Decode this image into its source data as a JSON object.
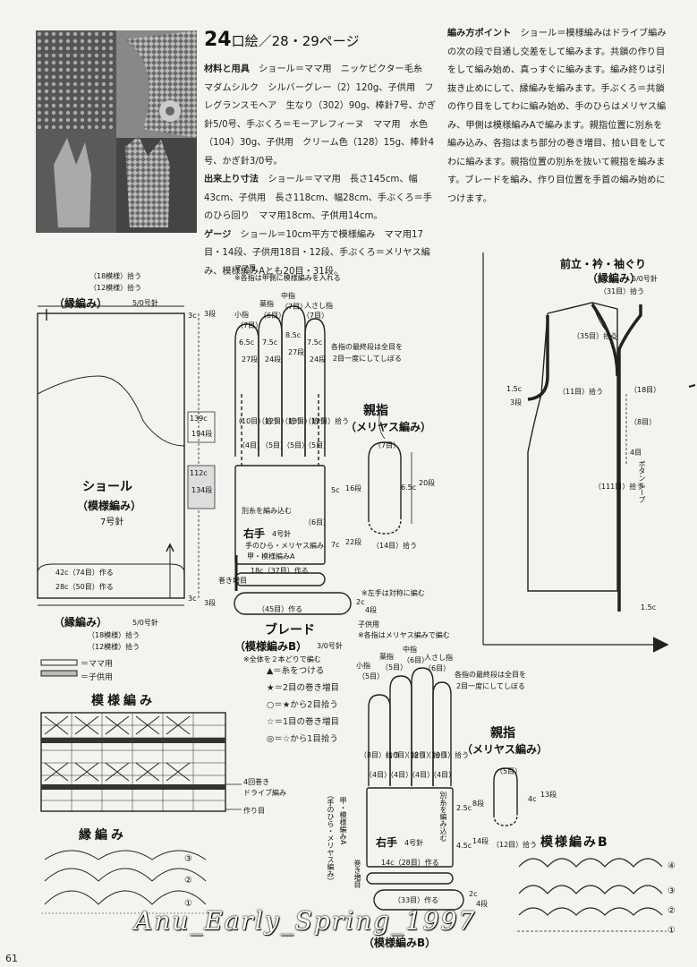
{
  "header": {
    "number": "24",
    "title_rest": "口絵／28・29ページ"
  },
  "materials": {
    "lines": [
      {
        "label": "材料と用具",
        "text": "ショール＝ママ用　ニッケビクター毛糸　マダムシルク　シルバーグレー（2）120g、子供用　フレグランスモヘア　生なり（302）90g、棒針7号、かぎ針5/0号、手ぶくろ＝モーアレフィーヌ　ママ用　水色（104）30g、子供用　クリーム色（128）15g、棒針4号、かぎ針3/0号。"
      },
      {
        "label": "出来上り寸法",
        "text": "ショール＝ママ用　長さ145cm、幅43cm、子供用　長さ118cm、幅28cm、手ぶくろ＝手のひら回り　ママ用18cm、子供用14cm。"
      },
      {
        "label": "ゲージ",
        "text": "ショール＝10cm平方で模様編み　ママ用17目・14段、子供用18目・12段、手ぶくろ＝メリヤス編み、模様編みAとも20目・31段。"
      },
      {
        "label": "編み方ポイント",
        "text": "ショール＝模様編みはドライブ編みの次の段で目通し交差をして編みます。共鎖の作り目をして編み始め、真っすぐに編みます。編み終りは引抜き止めにして、縁編みを編みます。手ぶくろ＝共鎖の作り目をしてわに編み始め、手のひらはメリヤス編み、甲側は模様編みAで編みます。親指位置に別糸を編み込み、各指はまち部分の巻き増目、拾い目をしてわに編みます。親指位置の別糸を抜いて親指を編みます。ブレードを編み、作り目位置を手首の編み始めにつけます。"
      }
    ]
  },
  "shawl": {
    "edge_top": "（縁編み）",
    "edge_top_needle": "5/0号針",
    "pick_top_mama": "（18模様）拾う",
    "pick_top_child": "（12模様）拾う",
    "name": "ショール",
    "pattern": "（模様編み）",
    "needle": "7号針",
    "cast_mama": "42c（74目）作る",
    "cast_child": "28c（50目）作る",
    "edge_bottom": "（縁編み）",
    "edge_bottom_needle": "5/0号針",
    "pick_bot_mama": "（18模様）拾う",
    "pick_bot_child": "（12模様）拾う",
    "len_mama_cm": "139c",
    "len_mama_rows": "194段",
    "len_child_cm": "112c",
    "len_child_rows": "134段",
    "edge_depth": "3c",
    "edge_rows": "3段"
  },
  "legend": {
    "mama": "＝ママ用",
    "child": "＝子供用"
  },
  "glove_mama": {
    "heading": "ママ用",
    "note": "※各指は甲側に模様編みを入れる",
    "finger_ring": "薬指",
    "finger_middle": "中指",
    "finger_index": "人さし指",
    "finger_little": "小指",
    "stitches_top": [
      "（6目）",
      "（7目）",
      "（7目）",
      "（7目）"
    ],
    "lengths": [
      "6.5c",
      "7.5c",
      "8.5c",
      "7.5c"
    ],
    "rows": [
      "27段",
      "24段",
      "27段",
      "24段"
    ],
    "pick": [
      "（10目）拾う",
      "（12目）拾う",
      "（13目）拾う",
      "（12目）拾う"
    ],
    "gusset": [
      "（4目）",
      "（5目）",
      "（5目）",
      "（5目）"
    ],
    "tip_note1": "各指の最終段は全目を",
    "tip_note2": "2目一度にしてしぼる",
    "separate": "別糸を編み込む",
    "hand": "右手",
    "hand_needle": "4号針",
    "palm": "手のひら・メリヤス編み",
    "back": "甲・模様編みA",
    "wrist_cm": "18c（37目）作る",
    "wrap_add": "巻き増目",
    "h1": "5c",
    "h1r": "16段",
    "h2": "7c",
    "h2r": "22段",
    "six": "（6目）",
    "left_note": "※左手は対称に編む",
    "braid_cast": "（45目）作る",
    "braid_depth": "2c",
    "braid_rows": "4段",
    "braid": "ブレード",
    "braid_pattern": "（模様編みB）",
    "braid_needle": "3/0号針",
    "braid_note": "※全体を２本どりで編む"
  },
  "thumb_mama": {
    "title": "親指",
    "sub": "（メリヤス編み）",
    "top": "（7目）",
    "len": "6.5c",
    "rows": "20段",
    "pick": "（14目）拾う"
  },
  "symbols": [
    "▲＝糸をつける",
    "★＝2目の巻き増目",
    "○＝★から2目拾う",
    "☆＝1目の巻き増目",
    "◎＝☆から1目拾う"
  ],
  "pattern_chart": {
    "title": "模様編み",
    "note1": "4回巻き",
    "note2": "ドライブ編み",
    "note3": "作り目"
  },
  "edging": {
    "title": "縁編み",
    "marks": [
      "③",
      "②",
      "①"
    ]
  },
  "glove_child": {
    "heading": "子供用",
    "note": "※各指はメリヤス編みで編む",
    "finger_ring": "薬指",
    "finger_middle": "中指",
    "finger_index": "人さし指",
    "finger_little": "小指",
    "stitches_top": [
      "（5目）",
      "（6目）",
      "（6目）",
      "（5目）"
    ],
    "pick": [
      "（8目）拾う",
      "（10目）拾う",
      "（12目）拾う",
      "（10目）拾う"
    ],
    "gusset": [
      "（4目）",
      "（4目）",
      "（4目）",
      "（4目）"
    ],
    "tip_note1": "各指の最終段は全目を",
    "tip_note2": "2目一度にしてしぼる",
    "hand": "右手",
    "hand_needle": "4号針",
    "palm_side": "（手のひら・メリヤス編み）",
    "back_side": "甲・模様編みA",
    "wrap_side": "巻き増目",
    "separate": "別糸を編み込む",
    "wrist_cm": "14c（28目）作る",
    "h1": "2.5c",
    "h1r": "8段",
    "h2": "4.5c",
    "h2r": "14段",
    "braid_cast": "（33目）作る",
    "braid_depth": "2c",
    "braid_rows": "4段",
    "braid_pattern": "（模様編みB）"
  },
  "thumb_child": {
    "title": "親指",
    "sub": "（メリヤス編み）",
    "top": "（5目）",
    "len": "4c",
    "rows": "13段",
    "pick": "（12目）拾う"
  },
  "cardigan": {
    "title": "前立・衿・袖ぐり",
    "sub": "（縁編み）",
    "needle": "5/0号針",
    "pick1": "（31目）拾う",
    "pick2": "（35目）拾う",
    "pick3": "（11目）拾う",
    "pick4": "（111目）拾う",
    "side1": "1.5c",
    "side1r": "3段",
    "r1": "（18目）",
    "r2": "（8目）",
    "r3": "4目",
    "button": "ボタンループ",
    "bot": "1.5c"
  },
  "pattern_b": {
    "title": "模様編みB",
    "marks": [
      "④",
      "③",
      "②",
      "①"
    ]
  },
  "watermark": "Anu_Early_Spring_1997",
  "page_number": "61"
}
